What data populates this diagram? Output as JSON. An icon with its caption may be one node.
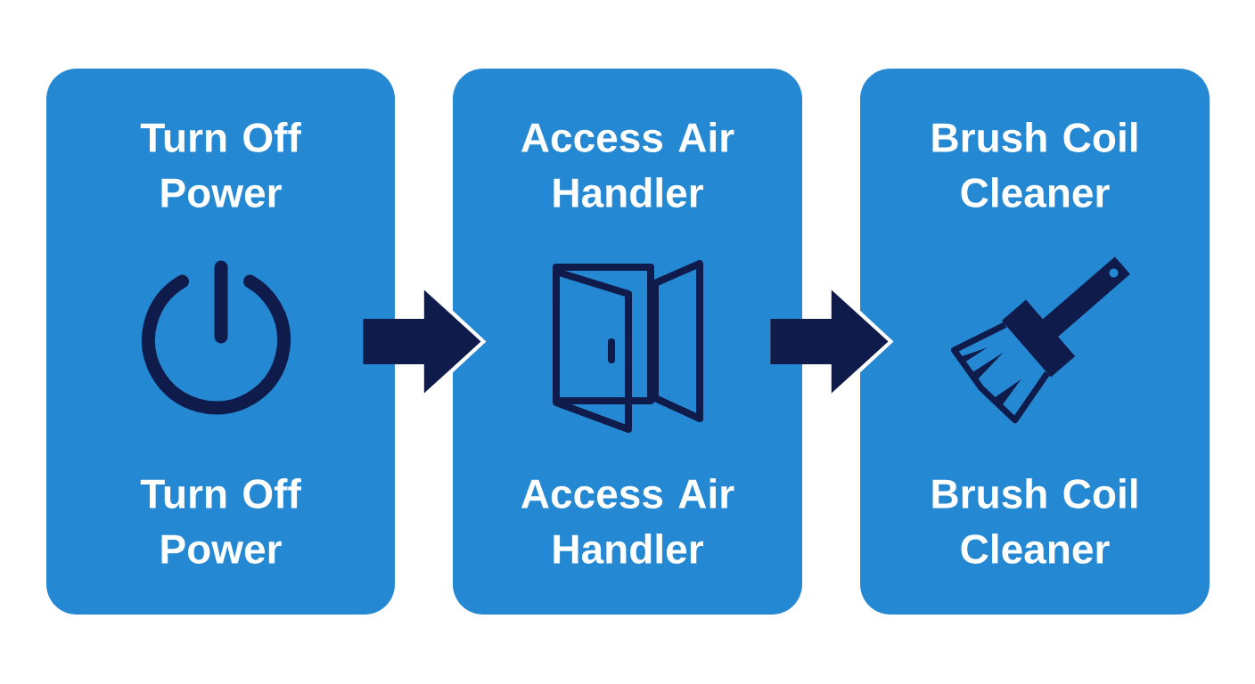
{
  "diagram": {
    "nodes": [
      {
        "text": [
          "Turn Off Power",
          "Turn Off Power"
        ]
      },
      {
        "text": [
          "Access Air Handler",
          "Access Air Handler"
        ]
      },
      {
        "text": [
          "Brush Coil Cleaner",
          "Brush Coil Cleaner"
        ]
      }
    ],
    "edges": [
      {
        "from": 0,
        "to": 1,
        "arrow": "to"
      },
      {
        "from": 1,
        "to": 2,
        "arrow": "to"
      }
    ]
  }
}
